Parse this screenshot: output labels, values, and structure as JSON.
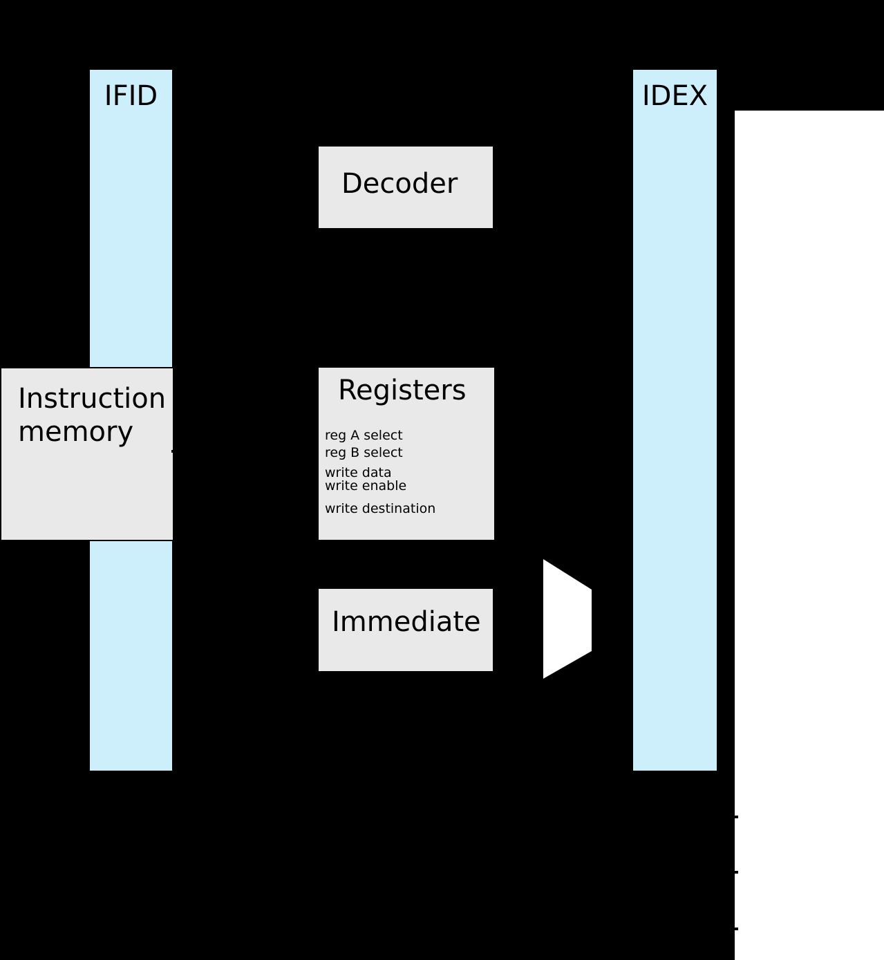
{
  "pipeline_registers": {
    "ifid": "IFID",
    "idex": "IDEX"
  },
  "blocks": {
    "instruction_memory": {
      "line1": "Instruction",
      "line2": "memory"
    },
    "decoder": {
      "label": "Decoder"
    },
    "registers": {
      "label": "Registers",
      "ports": [
        "reg A select",
        "reg B select",
        "write data",
        "write enable",
        "write destination"
      ]
    },
    "immediate": {
      "label": "Immediate"
    }
  },
  "shapes": {
    "mux": "mux-trapezoid"
  },
  "colors": {
    "background": "#000000",
    "pipeline_register_fill": "#cdeefb",
    "block_fill": "#e9e9e9",
    "block_border": "#000000",
    "mux_fill": "#ffffff",
    "right_panel": "#ffffff"
  }
}
